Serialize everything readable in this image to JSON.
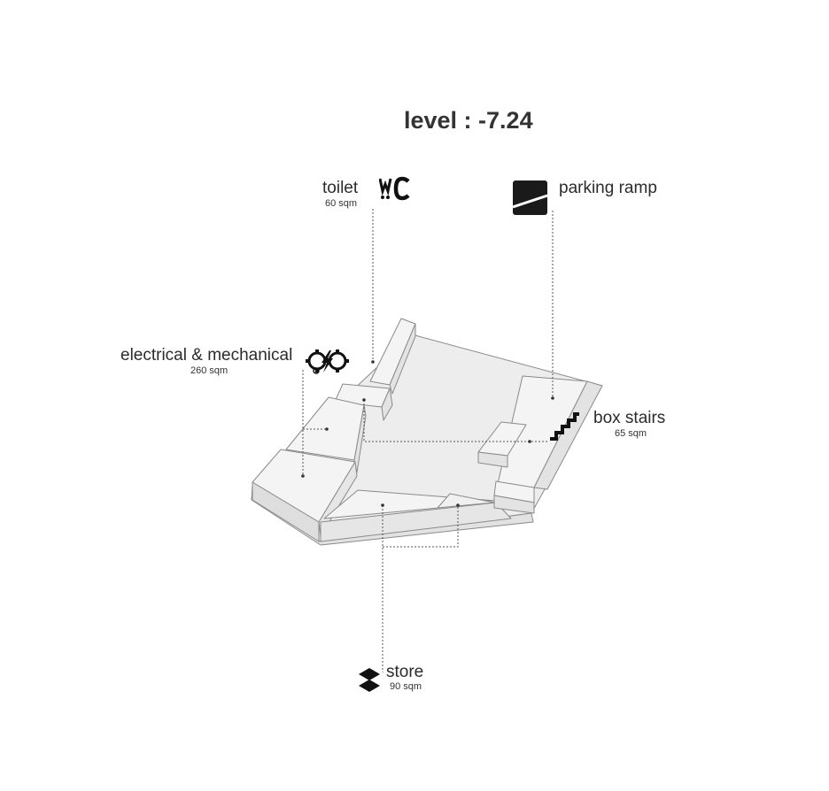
{
  "title": "level : -7.24",
  "spaces": {
    "toilet": {
      "name": "toilet",
      "area": "60 sqm",
      "icon": "wc-icon"
    },
    "parking_ramp": {
      "name": "parking ramp",
      "icon": "parking-ramp-icon"
    },
    "electrical": {
      "name": "electrical & mechanical",
      "area": "260 sqm",
      "icon": "gear-wrench-icon"
    },
    "box_stairs": {
      "name": "box stairs",
      "area": "65 sqm",
      "icon": "stairs-icon"
    },
    "store": {
      "name": "store",
      "area": "90 sqm",
      "icon": "stacked-diamonds-icon"
    }
  },
  "colors": {
    "floor": "#eeeeee",
    "block_top": "#f3f3f3",
    "block_side": "#e4e4e4",
    "edge": "#8a8a8a",
    "leader": "#555555",
    "text": "#2b2b2b"
  }
}
